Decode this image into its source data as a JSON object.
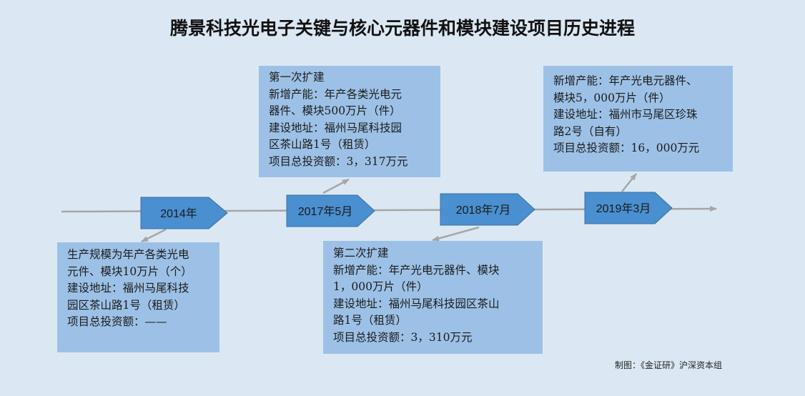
{
  "title": "腾景科技光电子关键与核心元器件和模块建设项目历史进程",
  "milestones": [
    {
      "label": "2014年",
      "details": [
        "生产规模为年产各类光电",
        "元件、模块10万片（个）",
        "建设地址：福州马尾科技",
        "园区茶山路1号（租赁）",
        "项目总投资额：——"
      ]
    },
    {
      "label": "2017年5月",
      "details": [
        "第一次扩建",
        "新增产能：年产各类光电元",
        "器件、模块500万片（件）",
        "建设地址：福州马尾科技园",
        "区茶山路1号（租赁）",
        "项目总投资额：3，317万元"
      ]
    },
    {
      "label": "2018年7月",
      "details": [
        "第二次扩建",
        "新增产能：年产光电元器件、模块",
        "1，000万片（件）",
        "建设地址：福州马尾科技园区茶山",
        "路1号（租赁）",
        "项目总投资额：3，310万元"
      ]
    },
    {
      "label": "2019年3月",
      "details": [
        "新增产能：年产光电元器件、",
        "模块5，000万片（件）",
        "建设地址：福州市马尾区珍珠",
        "路2号（自有）",
        "项目总投资额：16，000万元"
      ]
    }
  ],
  "credit": "制图：《金证研》沪深资本组",
  "colors": {
    "background": "#dbe8f3",
    "box": "#9dc1e6",
    "pentagon": "#4a8fd0",
    "line": "#a6a6a6"
  }
}
